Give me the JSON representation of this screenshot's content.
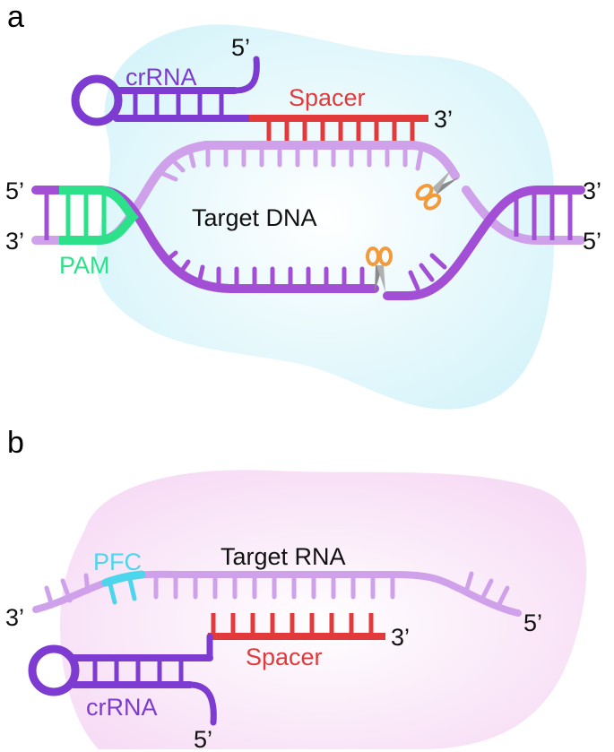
{
  "panel_a": {
    "label": "a",
    "crRNA_label": "crRNA",
    "spacer_label": "Spacer",
    "target_label": "Target DNA",
    "pam_label": "PAM",
    "crRNA_end": "5’",
    "spacer_end": "3’",
    "left_top_end": "5’",
    "left_bottom_end": "3’",
    "right_top_end": "3’",
    "right_bottom_end": "5’"
  },
  "panel_b": {
    "label": "b",
    "target_label": "Target RNA",
    "pfc_label": "PFC",
    "spacer_label": "Spacer",
    "crRNA_label": "crRNA",
    "target_left_end": "3’",
    "target_right_end": "5’",
    "spacer_end": "3’",
    "crRNA_end": "5’"
  },
  "colors": {
    "blob_a": "#dff6fb",
    "blob_b": "#fae6f8",
    "crRNA": "#7d3bd1",
    "dna_dark": "#a24fd6",
    "dna_light": "#cfa1ea",
    "spacer": "#e23a3a",
    "pam": "#2de08a",
    "pfc": "#4cd6ec",
    "scissor_handle": "#f39a3a",
    "scissor_blade": "#8a8a8a"
  }
}
